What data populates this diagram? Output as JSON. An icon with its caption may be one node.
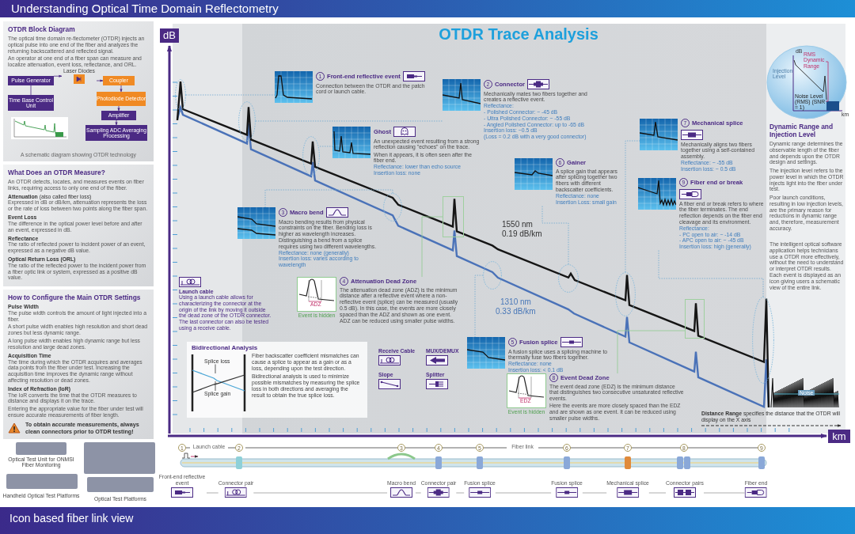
{
  "diagram": {
    "title": "Understanding Optical Time Domain Reflectometry",
    "nodes": [
      {
        "text": [
          "OTDR Block Diagram",
          "The optical time domain re-flectometer (OTDR) injects an optical pulse into one end of the fiber and analyzes the returning backscattered and reflected signal.",
          "An operator at one end of a fiber span can measure and localize attenuation, event loss, reflectance, and ORL.",
          "A schematic diagram showing OTDR technology"
        ]
      },
      {
        "text": [
          "Pulse Generator"
        ],
        "in": 0
      },
      {
        "text": [
          "Laser Diodes"
        ],
        "in": 0
      },
      {
        "text": [
          "Coupler"
        ],
        "in": 0
      },
      {
        "text": [
          "Photodiode Detector"
        ],
        "in": 0
      },
      {
        "text": [
          "Amplifier"
        ],
        "in": 0
      },
      {
        "text": [
          "Time Base Control Unit"
        ],
        "in": 0
      },
      {
        "text": [
          "Sampling ADC Averaging Processing"
        ],
        "in": 0
      },
      {
        "text": [
          "What Does an OTDR Measure?",
          "An OTDR detects, locates, and measures events on fiber links, requiring access to only one end of the fiber.",
          "**Attenuation** (also called fiber loss)",
          "Expressed in dB or dB/km, attenuation represents the loss or the rate of loss between two points along the fiber span.",
          "Event Loss",
          "The difference in the optical power level before and after an event, expressed in dB.",
          "Reflectance",
          "The ratio of reflected power to incident power of an event, expressed as a negative dB value.",
          "Optical Return Loss (ORL)",
          "The ratio of the reflected power to the incident power from a fiber optic link or system, expressed as a positive dB value."
        ]
      },
      {
        "text": [
          "How to Configure the Main OTDR Settings",
          "Pulse Width",
          "The pulse width controls the amount of light injected into a fiber.",
          "A short pulse width enables high resolution and short dead zones but less dynamic range.",
          "A long pulse width enables high dynamic range but less resolution and large dead zones.",
          "Acquisition Time",
          "The time during which the OTDR acquires and averages data points from the fiber under test. Increasing the acquisition time improves the dynamic range without affecting resolution or dead zones.",
          "Index of Refraction (IoR)",
          "The IoR converts the time that the OTDR measures to distance and displays it on the trace.",
          "Entering the appropriate value for the fiber under test will ensure accurate measurements of fiber length.",
          "To obtain accurate measurements, always clean connectors prior to OTDR testing!"
        ]
      },
      {
        "text": [],
        "shape": "circle"
      },
      {
        "text": [
          "1",
          "Front-end reflective event",
          "Connection between the OTDR and the patch cord or launch cable."
        ]
      },
      {
        "text": [],
        "shape": "circle"
      },
      {
        "text": [
          "2",
          "Connector",
          "Mechanically mates two fibers together and creates a reflective event.",
          "Reflectance:",
          "- Polished Connector: ~ -45 dB",
          "- Ultra Polished Connector: ~ -55 dB",
          "- Angled Polished Connector: up to -65 dB",
          "Insertion loss: ~0.5 dB",
          "(Loss = 0.2 dB with a very good connector)"
        ]
      },
      {
        "text": [],
        "shape": "circle"
      },
      {
        "text": [
          "Ghost",
          "An unexpected event resulting from a strong reflection causing \"echoes\" on the trace.",
          "When it appears, it is often seen after the fiber end.",
          "Reflectance: lower than echo source",
          "Insertion loss: none"
        ]
      },
      {
        "text": [],
        "shape": "circle"
      },
      {
        "text": [
          "3",
          "Macro bend",
          "Macro bending results from physical constraints on the fiber. Bending loss is higher as wavelength increases. Distinguishing a bend from a splice requires using two different wavelengths.",
          "Reflectance: none (generally)",
          "Insertion loss: varies according to wavelength"
        ]
      },
      {
        "text": [],
        "shape": "box"
      },
      {
        "text": [
          "ADZ",
          "Event is hidden",
          "4",
          "Attenuation Dead Zone",
          "The attenuation dead zone (ADZ) is the minimum distance after a reflective event where a non-reflective event (splice) can be measured (usually 0.5 dB). In this case, the events are more closely spaced than the ADZ and shown as one event. ADZ can be reduced using smaller pulse widths."
        ]
      },
      {
        "text": [],
        "shape": "circle"
      },
      {
        "text": [
          "5",
          "Fusion splice",
          "A fusion splice uses a splicing machine to thermally fuse two fibers together.",
          "Reflectance: none",
          "Insertion loss: < 0.1 dB"
        ]
      },
      {
        "text": [],
        "shape": "circle"
      },
      {
        "text": [
          "6",
          "Gainer",
          "A splice gain that appears after splicing together two fibers with different backscatter coefficients.",
          "Reflectance: none",
          "Insertion Loss: small gain"
        ]
      },
      {
        "text": [],
        "shape": "circle"
      },
      {
        "text": [
          "7",
          "Mechanical splice",
          "Mechanically aligns two fibers together using a self-contained assembly.",
          "Reflectance: ~ -55 dB",
          "Insertion loss: ~ 0.5 dB"
        ]
      },
      {
        "text": [],
        "shape": "box"
      },
      {
        "text": [
          "EDZ",
          "Event is hidden",
          "8",
          "Event Dead Zone",
          "The event dead zone (EDZ) is the minimum distance that distinguishes two consecutive unsaturated reflective events.",
          "Here the events are more closely spaced than the EDZ and are shown as one event. It can be reduced using smaller pulse widths."
        ]
      },
      {
        "text": [],
        "shape": "circle"
      },
      {
        "text": [
          "9",
          "Fiber end or break",
          "A fiber end or break refers to where the fiber terminates. The end reflection depends on the fiber end cleavage and its environment.",
          "Reflectance:",
          "- PC open to air: ~ -14 dB",
          "- APC open to air: ~ -45 dB",
          "Insertion loss: high (generally)"
        ]
      },
      {
        "text": [
          "Launch cable",
          "Using a launch cable allows for characterizing the connector at the origin of the link by moving it outside the dead zone of the OTDR connector. The last connector can also be tested using a receive cable."
        ]
      },
      {
        "text": [
          "Bidirectional Analysis",
          "Fiber backscatter coefficient mismatches can cause a splice to appear as a gain or as a loss, depending upon the test direction.",
          "Bidirectional analysis is used to minimize possible mismatches by measuring the splice loss in both directions and averaging the result to obtain the true splice loss."
        ]
      },
      {
        "text": [
          "Splice loss"
        ],
        "in": 31
      },
      {
        "text": [
          "Splice gain"
        ],
        "in": 31
      },
      {
        "text": [
          "Front-end reflective event"
        ]
      },
      {
        "text": [
          "Connector pair"
        ]
      },
      {
        "text": [
          "Macro bend"
        ]
      },
      {
        "text": [
          "Connector pair"
        ]
      },
      {
        "text": [
          "Fusion splice"
        ]
      },
      {
        "text": [
          "Fusion splice"
        ]
      },
      {
        "text": [
          "Mechanical splice"
        ]
      },
      {
        "text": [
          "Connector pairs"
        ]
      },
      {
        "text": [
          "Fiber end"
        ]
      }
    ],
    "edges": [
      {
        "from": 1,
        "to": 2,
        "arrow": "to",
        "color": "#4b2a84"
      },
      {
        "from": 2,
        "to": 3,
        "arrow": "to",
        "color": "#4b2a84"
      },
      {
        "from": 3,
        "to": 4,
        "arrow": "to",
        "color": "#4b2a84"
      },
      {
        "from": 4,
        "to": 5,
        "arrow": "to",
        "color": "#4b2a84"
      },
      {
        "from": 1,
        "to": 6,
        "arrow": "none",
        "color": "#4b2a84"
      },
      {
        "from": 5,
        "to": 7,
        "arrow": "to",
        "color": "#4b2a84"
      },
      {
        "from": 10,
        "to": 11,
        "arrow": "none",
        "style": "dashed",
        "color": "#6fa8d0"
      },
      {
        "from": 12,
        "to": 13,
        "arrow": "none",
        "style": "dashed",
        "color": "#6fa8d0"
      },
      {
        "from": 14,
        "to": 15,
        "arrow": "none",
        "style": "dashed",
        "color": "#6fa8d0"
      },
      {
        "from": 16,
        "to": 17,
        "arrow": "none",
        "style": "dashed",
        "color": "#6fa8d0"
      },
      {
        "from": 18,
        "to": 19,
        "arrow": "none",
        "color": "#8fca8f"
      },
      {
        "from": 20,
        "to": 21,
        "arrow": "none",
        "style": "dashed",
        "color": "#6fa8d0"
      },
      {
        "from": 22,
        "to": 23,
        "arrow": "none",
        "style": "dashed",
        "color": "#6fa8d0"
      },
      {
        "from": 24,
        "to": 25,
        "arrow": "none",
        "style": "dashed",
        "color": "#6fa8d0"
      },
      {
        "from": 26,
        "to": 27,
        "arrow": "none",
        "color": "#8fca8f"
      },
      {
        "from": 28,
        "to": 29,
        "arrow": "none",
        "style": "dashed",
        "color": "#6fa8d0"
      },
      {
        "from": 32,
        "to": null,
        "arrow": "none",
        "color": "#333333"
      },
      {
        "from": 33,
        "to": null,
        "arrow": "none",
        "color": "#333333"
      },
      {
        "from": 34,
        "to": 35,
        "arrow": "none"
      },
      {
        "from": 35,
        "to": 36,
        "arrow": "none"
      },
      {
        "from": 36,
        "to": 37,
        "arrow": "none"
      },
      {
        "from": 37,
        "to": 38,
        "arrow": "none"
      },
      {
        "from": 38,
        "to": 39,
        "arrow": "none"
      },
      {
        "from": 39,
        "to": 40,
        "arrow": "none"
      },
      {
        "from": 40,
        "to": 41,
        "arrow": "none"
      },
      {
        "from": 41,
        "to": 42,
        "arrow": "none"
      }
    ],
    "labels": [
      "OTDR Trace Analysis",
      "dB",
      "1550 nm",
      "0.19 dB/km",
      "1310 nm",
      "0.33 dB/km",
      "Noise",
      "**Distance Range** specifies the distance that the OTDR will display on the X axis",
      "km",
      "dB",
      "Injection Level",
      "Noise Level (RMS) (SNR = 1)",
      "RMS Dynamic Range",
      "km",
      "Dynamic Range and Injection Level",
      "Dynamic range determines the observable length of the fiber and depends upon the OTDR design and settings.",
      "The injection level refers to the power level in which the OTDR injects light into the fiber under test.",
      "Poor launch conditions, resulting in low injection levels, are the primary reason for reductions in dynamic range and, therefore, measurement accuracy.",
      "The intelligent optical software application helps technicians use a OTDR more effectively, without the need to understand or interpret OTDR results. Each event is displayed as an icon giving users a schematic view of the entire link.",
      "Optical Test Unit for ONMSI Fiber Monitoring",
      "Handheld Optical Test Platforms",
      "Optical Test Platforms",
      "Launch cable",
      "Fiber link",
      "1",
      "2",
      "3",
      "4",
      "5",
      "6",
      "7",
      "8",
      "9",
      "Icon based fiber link view"
    ],
    "legend": [
      {
        "text": "Receive Cable"
      },
      {
        "text": "MUX/DEMUX"
      },
      {
        "text": "Slope"
      },
      {
        "text": "Splitter"
      }
    ]
  }
}
